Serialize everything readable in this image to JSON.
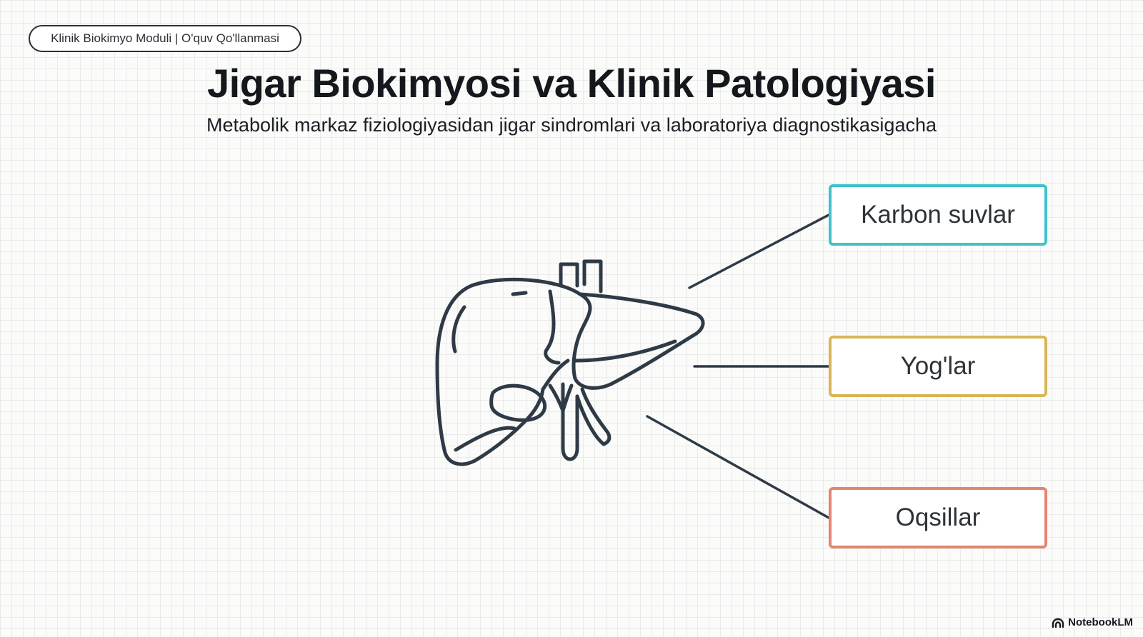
{
  "badge": {
    "label": "Klinik Biokimyo Moduli | O'quv Qo'llanmasi"
  },
  "header": {
    "title": "Jigar Biokimyosi va Klinik Patologiyasi",
    "subtitle": "Metabolik markaz fiziologiyasidan jigar sindromlari va laboratoriya diagnostikasigacha"
  },
  "diagram": {
    "center_icon": "liver-icon",
    "nodes": [
      {
        "label": "Karbon suvlar",
        "color": "#3fc2cc"
      },
      {
        "label": "Yog'lar",
        "color": "#d9b557"
      },
      {
        "label": "Oqsillar",
        "color": "#e48571"
      }
    ],
    "line_color": "#2e3a45"
  },
  "brand": {
    "icon": "notebooklm-logo-icon",
    "label": "NotebookLM"
  }
}
